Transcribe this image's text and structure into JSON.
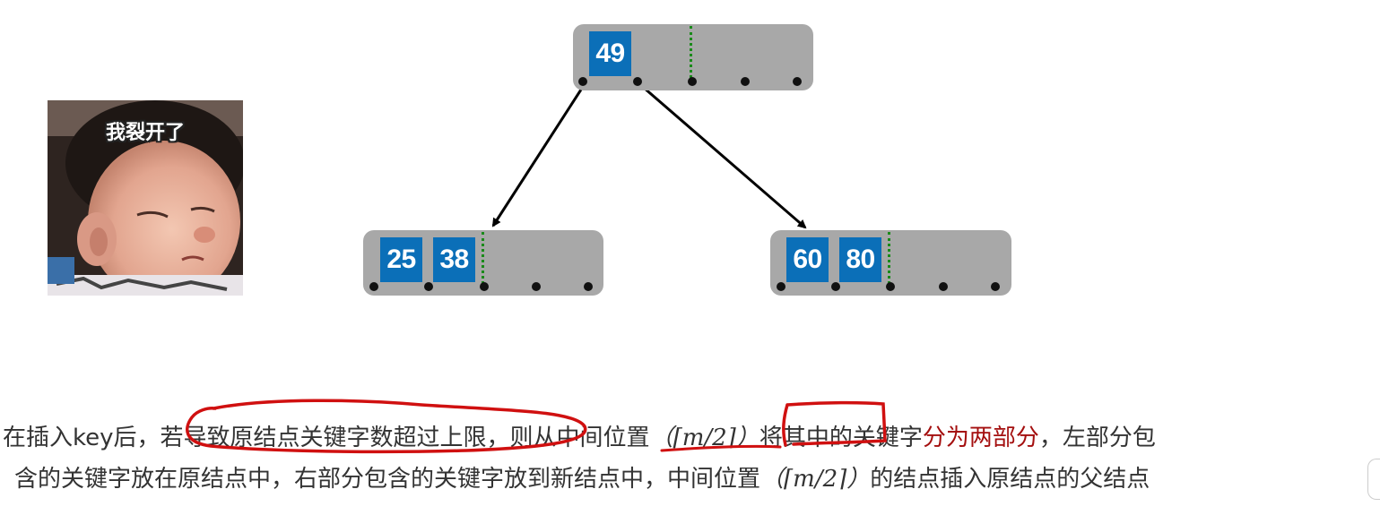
{
  "tree": {
    "root": {
      "keys": [
        "49"
      ]
    },
    "left_child": {
      "keys": [
        "25",
        "38"
      ]
    },
    "right_child": {
      "keys": [
        "60",
        "80"
      ]
    }
  },
  "meme": {
    "caption": "我裂开了"
  },
  "explanation": {
    "line1": {
      "part1": "在插入key后，",
      "part2_circled": "若导致原结点关键字数超过上限",
      "part3": "，则从",
      "part4_underlined": "中间位置",
      "part5_boxed": "（⌈m/2⌉）",
      "part6": "将其中的关键字",
      "part7_red": "分为两部分",
      "part8": "，左部分包"
    },
    "line2": {
      "part1": "含的关键字放在原结点中，右部分包含的关键字放到新结点中，中间位置",
      "part2_math": "（⌈m/2⌉）",
      "part3": "的结点插入原结点的父结点"
    }
  },
  "colors": {
    "node_bg": "#a8a8a8",
    "key_bg": "#0b6fb8",
    "divider": "#1a8a1a",
    "annotation_ink": "#d01010",
    "highlight_text": "#a40f0f"
  }
}
